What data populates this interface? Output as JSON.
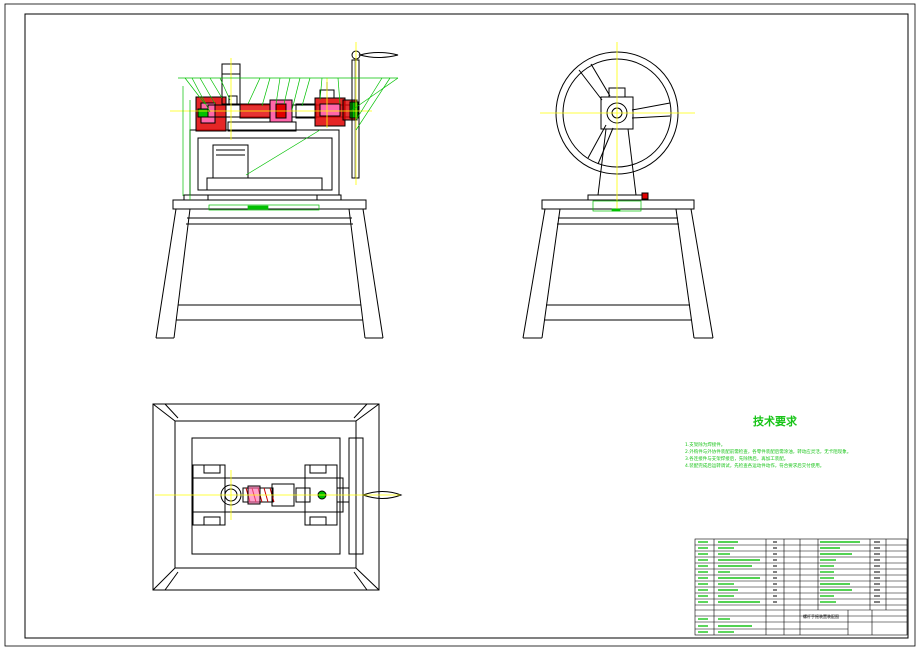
{
  "technical_requirements": {
    "title": "技术要求",
    "notes": [
      "1.支架除为焊接件。",
      "2.外购件与外协件装配前需检查，各零件装配后需涂油，转动应灵活，无卡阻现象。",
      "3.各连接件与支架焊接后，先除锈后，再加工装配。",
      "4.装配完成后运转调试，先检查各运动件动作，符合要求后交付使用。"
    ]
  },
  "title_block": {
    "drawing_name": "螺杆手摇装置装配图"
  },
  "colors": {
    "outline": "#000000",
    "centerline": "#ffff00",
    "leader": "#00c000",
    "section": "#e00000",
    "hatch": "#ff55aa",
    "text": "#18c418"
  }
}
